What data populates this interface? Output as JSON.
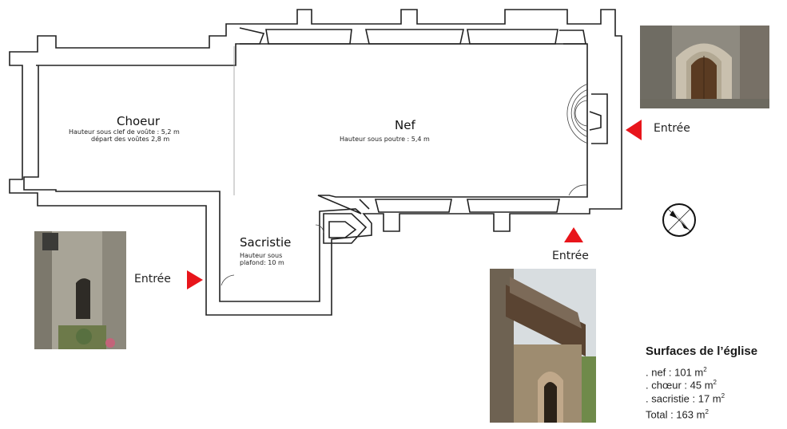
{
  "rooms": {
    "choeur": {
      "title": "Choeur",
      "line1": "Hauteur sous clef de voûte : 5,2 m",
      "line2": "départ des voûtes 2,8 m"
    },
    "nef": {
      "title": "Nef",
      "line1": "Hauteur sous poutre : 5,4 m"
    },
    "sacristie": {
      "title": "Sacristie",
      "line1": "Hauteur sous",
      "line2": "plafond: 10 m"
    }
  },
  "entrances": {
    "east": "Entrée",
    "south": "Entrée",
    "sacristie": "Entrée"
  },
  "icons": {
    "compass": "compass-icon",
    "arrow": "red-triangle-arrow-icon"
  },
  "colors": {
    "wall": "#222222",
    "arrow": "#e8151b"
  },
  "legend": {
    "title": "Surfaces de l’église",
    "items": [
      {
        "label": ". nef : 101 m",
        "sup": "2"
      },
      {
        "label": ". chœur : 45 m",
        "sup": "2"
      },
      {
        "label": ". sacristie : 17 m",
        "sup": "2"
      }
    ],
    "total": {
      "label": "Total : 163 m",
      "sup": "2"
    }
  }
}
